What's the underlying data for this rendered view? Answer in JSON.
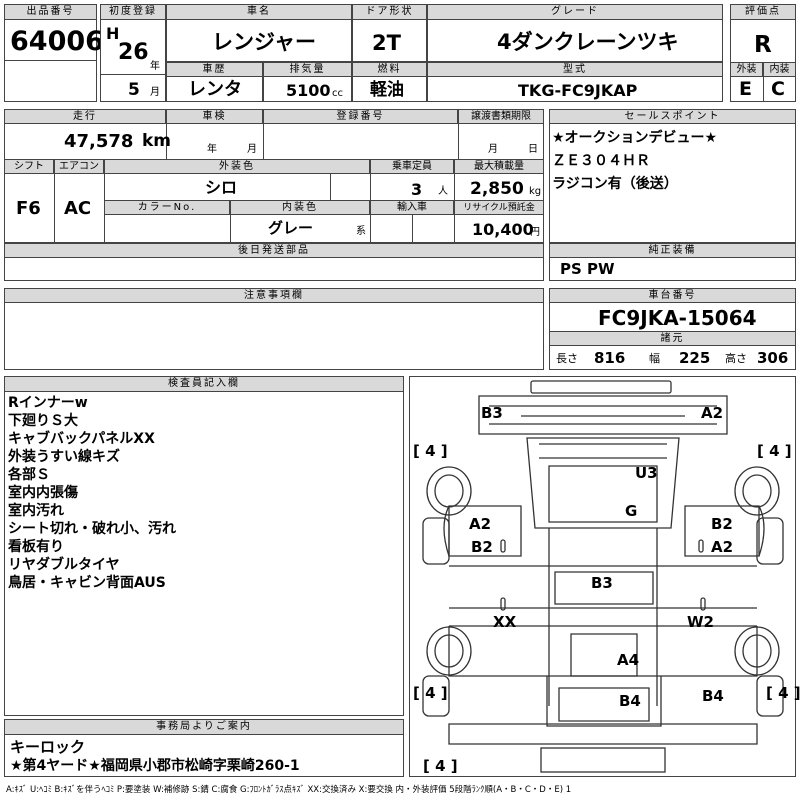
{
  "header": {
    "lot_label": "出品番号",
    "lot_no": "64006",
    "first_reg_label": "初度登録",
    "era": "H",
    "reg_year": "26",
    "year_unit": "年",
    "reg_month": "5",
    "month_unit": "月",
    "name_label": "車名",
    "name": "レンジャー",
    "door_label": "ドア形状",
    "door": "2T",
    "grade_label": "グレード",
    "grade": "4ダンクレーンツキ",
    "score_label": "評価点",
    "score": "R",
    "history_label": "車歴",
    "history": "レンタ",
    "disp_label": "排気量",
    "disp": "5100",
    "disp_unit": "cc",
    "fuel_label": "燃料",
    "fuel": "軽油",
    "model_label": "型式",
    "model": "TKG-FC9JKAP",
    "ext_label": "外装",
    "ext_grade": "E",
    "int_label": "内装",
    "int_grade": "C"
  },
  "row2": {
    "mileage_label": "走行",
    "mileage": "47,578",
    "mileage_unit": "km",
    "inspect_label": "車検",
    "inspect_year_unit": "年",
    "inspect_month_unit": "月",
    "regno_label": "登録番号",
    "transfer_label": "譲渡書類期限",
    "transfer_month_unit": "月",
    "transfer_day_unit": "日",
    "shift_label": "シフト",
    "shift": "F6",
    "ac_label": "エアコン",
    "ac": "AC",
    "color_label": "外装色",
    "color": "シロ",
    "capacity_label": "乗車定員",
    "capacity": "3",
    "capacity_unit": "人",
    "load_label": "最大積載量",
    "load": "2,850",
    "load_unit": "kg",
    "colorno_label": "カラーNo.",
    "intcolor_label": "内装色",
    "intcolor": "グレー",
    "intcolor_unit": "系",
    "import_label": "輸入車",
    "recycle_label": "リサイクル預託金",
    "recycle": "10,400",
    "recycle_unit": "円"
  },
  "sales": {
    "label": "セールスポイント",
    "lines": [
      "★オークションデビュー★",
      "ＺＥ３０４ＨＲ",
      "ラジコン有（後送）"
    ]
  },
  "later": {
    "label": "後日発送部品"
  },
  "equip": {
    "label": "純正装備",
    "value": "PS PW"
  },
  "caution": {
    "label": "注意事項欄"
  },
  "chassis": {
    "label": "車台番号",
    "value": "FC9JKA-15064",
    "dims_label": "諸元",
    "len_label": "長さ",
    "length": "816",
    "wid_label": "幅",
    "width": "225",
    "hgt_label": "高さ",
    "height": "306"
  },
  "inspector": {
    "label": "検査員記入欄",
    "lines": [
      "Rインナーw",
      "下廻りＳ大",
      "キャブバックパネルXX",
      "外装うすい線キズ",
      "各部Ｓ",
      "室内内張傷",
      "室内汚れ",
      "シート切れ・破れ小、汚れ",
      "看板有り",
      "リヤダブルタイヤ",
      "鳥居・キャビン背面AUS"
    ]
  },
  "office": {
    "label": "事務局よりご案内",
    "lines": [
      "キーロック",
      "★第4ヤード★福岡県小郡市松崎字栗崎260-1"
    ]
  },
  "diagram": {
    "tire_marks": [
      "[ 4 ]",
      "[ 4 ]",
      "[ 4 ]",
      "[ 4 ]",
      "[ 4 ]"
    ],
    "labels": [
      "B3",
      "A2",
      "U3",
      "G",
      "A2",
      "B2",
      "B2",
      "A2",
      "B3",
      "XX",
      "W2",
      "A4",
      "B4",
      "B4"
    ]
  },
  "legend": "A:ｷｽﾞ U:ﾍｺﾐ B:ｷｽﾞを伴うﾍｺﾐ P:要塗装 W:補修跡 S:錆 C:腐食 G:ﾌﾛﾝﾄｶﾞﾗｽ点ｷｽﾞ XX:交換済み X:要交換 内・外装評価 5段階ﾗﾝｸ順(A・B・C・D・E) 1"
}
